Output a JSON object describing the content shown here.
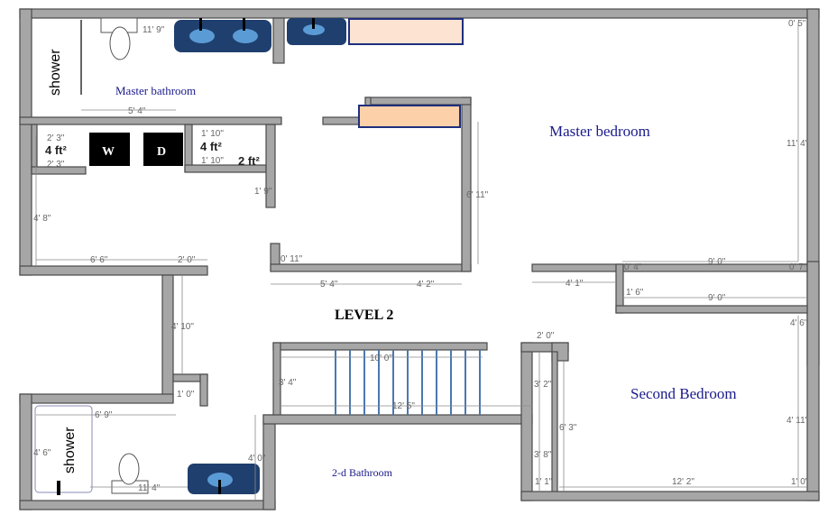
{
  "title": "LEVEL 2",
  "rooms": {
    "master_bathroom": "Master bathroom",
    "master_bedroom": "Master bedroom",
    "second_bedroom": "Second Bedroom",
    "second_bathroom": "2-d Bathroom",
    "shower_top": "shower",
    "shower_bottom": "shower"
  },
  "appliances": {
    "washer": "W",
    "dryer": "D"
  },
  "areas": [
    "4 ft²",
    "4 ft²",
    "2 ft²"
  ],
  "dimensions": {
    "d1": "11' 9\"",
    "d2": "5' 4\"",
    "d3": "4' 8\"",
    "d4": "6' 6\"",
    "d5": "2' 0\"",
    "d6": "1' 9\"",
    "d7": "0' 11\"",
    "d8": "5' 4\"",
    "d9": "4' 2\"",
    "d10": "6' 11\"",
    "d11": "11' 4\"",
    "d12": "0' 5\"",
    "d13": "9' 0\"",
    "d14": "0' 7\"",
    "d15": "0' 4\"",
    "d16": "4' 1\"",
    "d17": "1' 6\"",
    "d18": "9' 0\"",
    "d19": "4' 6\"",
    "d20": "4' 10\"",
    "d21": "10' 0\"",
    "d22": "3' 4\"",
    "d23": "12' 5\"",
    "d24": "2' 0\"",
    "d25": "3' 2\"",
    "d26": "6' 3\"",
    "d27": "3' 8\"",
    "d28": "1' 1\"",
    "d29": "12' 2\"",
    "d30": "1' 0\"",
    "d31": "4' 11\"",
    "d32": "4' 0\"",
    "d33": "6' 9\"",
    "d34": "4' 6\"",
    "d35": "11' 4\"",
    "d36": "1' 10\"",
    "d37": "1' 10\"",
    "d38": "2' 3\"",
    "d39": "2' 3\"",
    "d40": "1' 0\""
  },
  "colors": {
    "wall": "#a6a6a6",
    "sink": "#1f3f6e",
    "basin": "#5b9bd5",
    "stairs": "#4a78b0",
    "counter": "#fde3d2",
    "label": "#1a1a8c"
  }
}
